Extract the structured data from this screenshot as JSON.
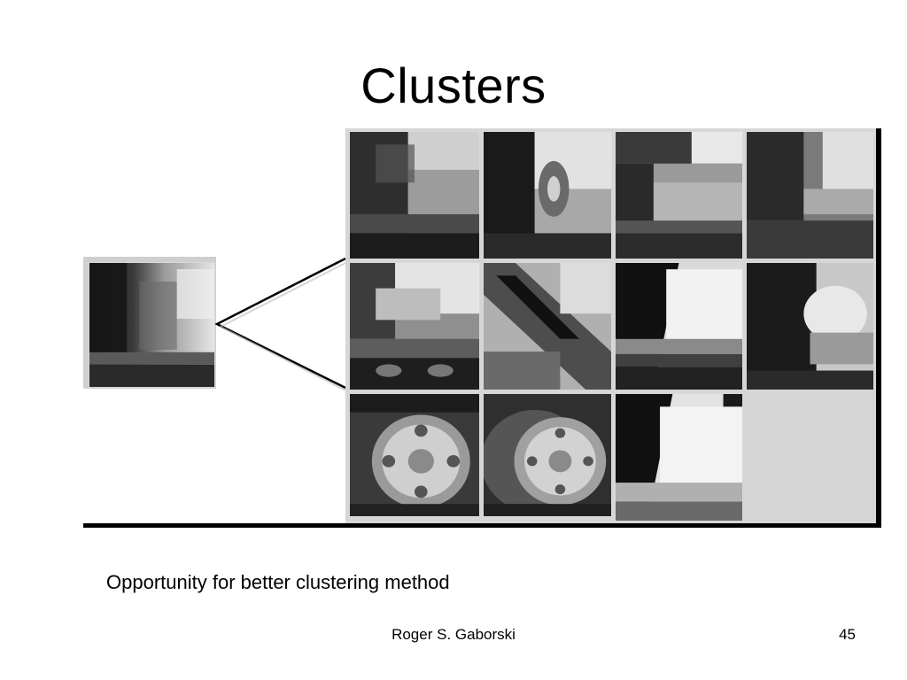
{
  "slide": {
    "title": "Clusters",
    "caption": "Opportunity for better clustering method",
    "footer_author": "Roger S. Gaborski",
    "page_number": "45"
  },
  "figure": {
    "source_patch": "source-image-patch",
    "cluster_rows": [
      [
        "car-body-patch",
        "car-mirror-patch",
        "car-door-patch",
        "car-window-patch"
      ],
      [
        "car-panel-patch",
        "car-diagonal-edge-patch",
        "car-bumper-patch",
        "car-side-patch"
      ],
      [
        "wheel-patch",
        "wheel-patch",
        "car-corner-patch"
      ]
    ]
  }
}
